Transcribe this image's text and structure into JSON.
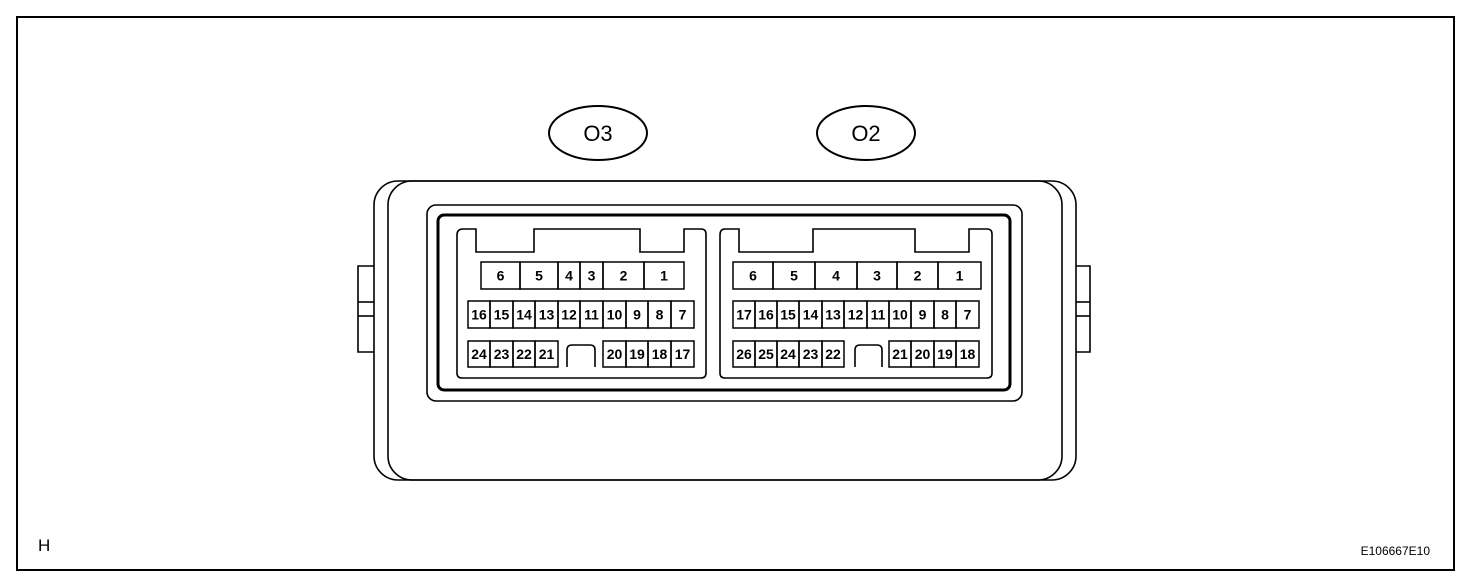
{
  "connectors": [
    {
      "label": "O3",
      "rows": [
        [
          "6",
          "5",
          "4",
          "3",
          "2",
          "1"
        ],
        [
          "16",
          "15",
          "14",
          "13",
          "12",
          "11",
          "10",
          "9",
          "8",
          "7"
        ],
        [
          "24",
          "23",
          "22",
          "21",
          "20",
          "19",
          "18",
          "17"
        ]
      ]
    },
    {
      "label": "O2",
      "rows": [
        [
          "6",
          "5",
          "4",
          "3",
          "2",
          "1"
        ],
        [
          "17",
          "16",
          "15",
          "14",
          "13",
          "12",
          "11",
          "10",
          "9",
          "8",
          "7"
        ],
        [
          "26",
          "25",
          "24",
          "23",
          "22",
          "21",
          "20",
          "19",
          "18"
        ]
      ]
    }
  ],
  "footer": {
    "view_label": "H",
    "figure_code": "E106667E10"
  }
}
